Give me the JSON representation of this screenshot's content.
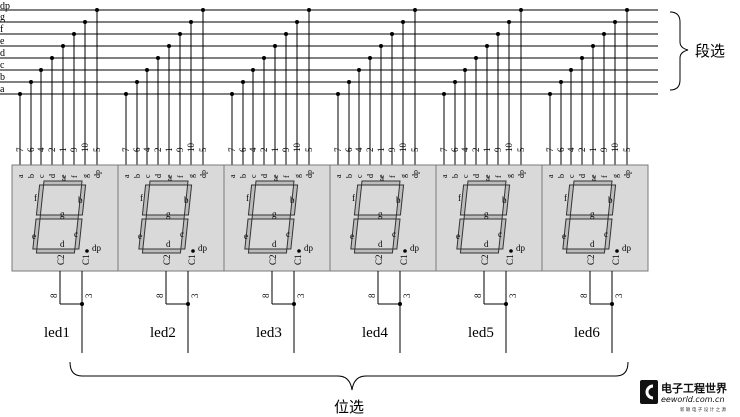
{
  "bus_labels": [
    "dp",
    "g",
    "f",
    "e",
    "d",
    "c",
    "b",
    "a"
  ],
  "bus_group_label": "段选",
  "digit_group_label": "位选",
  "pin_numbers": [
    "7",
    "6",
    "4",
    "2",
    "1",
    "9",
    "10",
    "5"
  ],
  "pin_segments": [
    "a",
    "b",
    "c",
    "d",
    "e",
    "f",
    "g",
    "dp"
  ],
  "digit_segment_letters": {
    "a": "a",
    "b": "b",
    "c": "c",
    "d": "d",
    "e": "e",
    "f": "f",
    "g": "g",
    "dp": "dp"
  },
  "common_pins": {
    "left_label": "C2",
    "right_label": "C1",
    "left_number": "8",
    "right_number": "3"
  },
  "leds": [
    {
      "label": "led1"
    },
    {
      "label": "led2"
    },
    {
      "label": "led3"
    },
    {
      "label": "led4"
    },
    {
      "label": "led5"
    },
    {
      "label": "led6"
    }
  ],
  "logo": {
    "cn": "电子工程世界",
    "url": "eeworld.com.cn",
    "tagline": "新 颖 电 子 设 计 之 源"
  },
  "colors": {
    "line": "#000000",
    "panel": "#d9d9d9",
    "panel_border": "#7a7a7a",
    "segment_fill": "#bdbdbd",
    "segment_stroke": "#333333"
  }
}
